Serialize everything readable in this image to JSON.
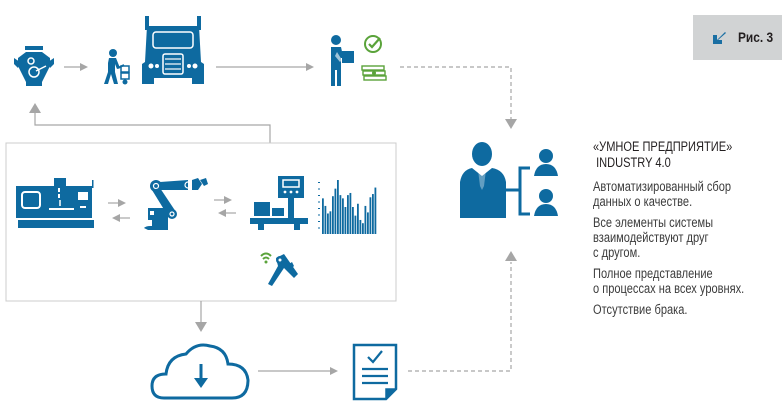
{
  "figure": {
    "label": "Рис. 3",
    "icon": "arrow-down-left-icon",
    "accent_color": "#1a6fa3"
  },
  "colors": {
    "primary": "#0e6aa0",
    "secondary_green": "#5aa33a",
    "arrow_gray": "#a6a6a6",
    "badge_bg": "#d1d3d4"
  },
  "top_flow": {
    "nodes": [
      {
        "id": "engine",
        "icon": "engine-icon"
      },
      {
        "id": "worker-cart",
        "icon": "worker-hand-truck-icon"
      },
      {
        "id": "truck",
        "icon": "truck-icon"
      },
      {
        "id": "customer",
        "icon": "person-with-box-icon"
      },
      {
        "id": "approved",
        "icon": "check-circle-icon"
      },
      {
        "id": "payment",
        "icon": "money-stack-icon"
      }
    ]
  },
  "production_block": {
    "nodes": [
      {
        "id": "cnc-machine",
        "icon": "cnc-machine-icon"
      },
      {
        "id": "robot-arm",
        "icon": "robot-arm-icon"
      },
      {
        "id": "scale",
        "icon": "industrial-scale-icon"
      },
      {
        "id": "bar-chart",
        "icon": "bar-chart-icon"
      },
      {
        "id": "wireless-caliper",
        "icon": "wireless-caliper-icon"
      }
    ]
  },
  "bottom_flow": {
    "nodes": [
      {
        "id": "cloud",
        "icon": "cloud-download-icon"
      },
      {
        "id": "report",
        "icon": "checklist-document-icon"
      }
    ]
  },
  "manager": {
    "icon": "manager-hierarchy-icon"
  },
  "info": {
    "title_line1": "«УМНОЕ ПРЕДПРИЯТИЕ»",
    "title_line2": " INDUSTRY 4.0",
    "points": [
      "Автоматизированный сбор\nданных о качестве.",
      "Все элементы системы\nвзаимодействуют друг\nс другом.",
      "Полное представление\nо процессах на всех уровнях.",
      "Отсутствие брака."
    ]
  }
}
